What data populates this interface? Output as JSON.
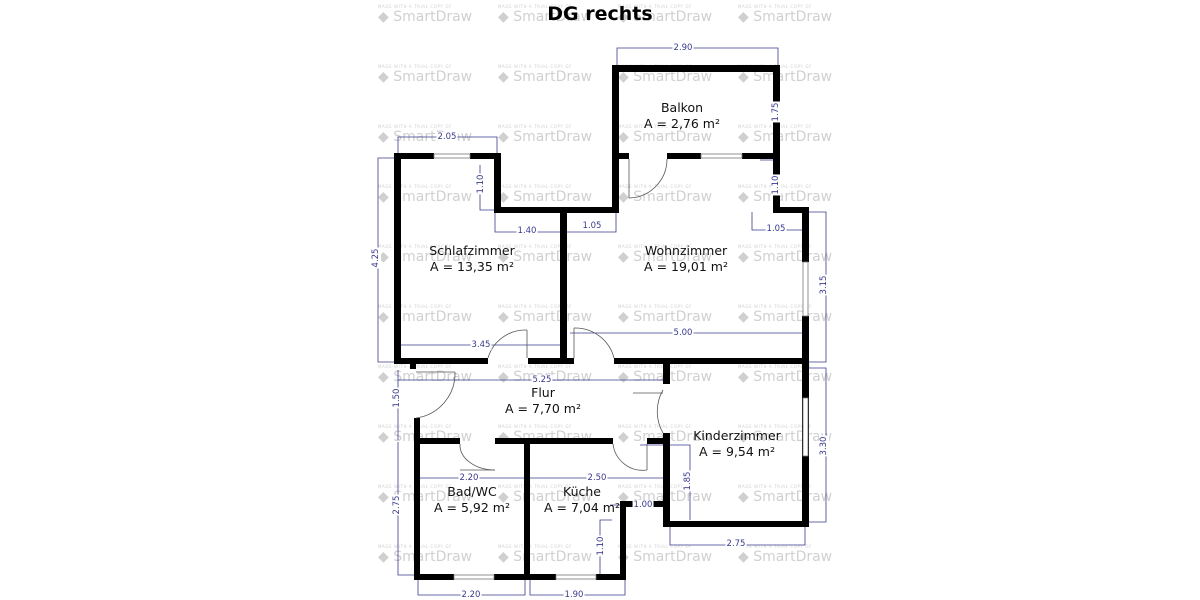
{
  "title": "DG rechts",
  "watermark": {
    "line1": "MADE WITH A TRIAL COPY OF",
    "line2": "SmartDraw",
    "icon": "diamond-logo-icon"
  },
  "rooms": [
    {
      "id": "balkon",
      "name": "Balkon",
      "area": "A = 2,76 m²"
    },
    {
      "id": "schlafzimmer",
      "name": "Schlafzimmer",
      "area": "A = 13,35 m²"
    },
    {
      "id": "wohnzimmer",
      "name": "Wohnzimmer",
      "area": "A = 19,01 m²"
    },
    {
      "id": "flur",
      "name": "Flur",
      "area": "A = 7,70 m²"
    },
    {
      "id": "kinderzimmer",
      "name": "Kinderzimmer",
      "area": "A = 9,54 m²"
    },
    {
      "id": "badwc",
      "name": "Bad/WC",
      "area": "A = 5,92 m²"
    },
    {
      "id": "kueche",
      "name": "Küche",
      "area": "A = 7,04 m²"
    }
  ],
  "dimensions": {
    "balkon_width": "2.90",
    "balkon_depth": "1.75",
    "balkon_step": "1.10",
    "schlaf_top": "2.05",
    "schlaf_step_v": "1.10",
    "schlaf_step_h": "1.40",
    "wohn_left_step": "1.05",
    "wohn_right_step": "1.05",
    "schlaf_height": "4.25",
    "wohn_height": "3.15",
    "schlaf_width": "3.45",
    "wohn_width": "5.00",
    "flur_width": "5.25",
    "flur_height": "1.50",
    "kinder_height": "3.30",
    "bad_top": "2.20",
    "kueche_top": "2.50",
    "kinder_step": "1.85",
    "kueche_step_h": "1.00",
    "bad_height": "2.75",
    "kueche_step_v": "1.10",
    "kinder_width": "2.75",
    "bad_bottom": "2.20",
    "kueche_bottom": "1.90"
  }
}
